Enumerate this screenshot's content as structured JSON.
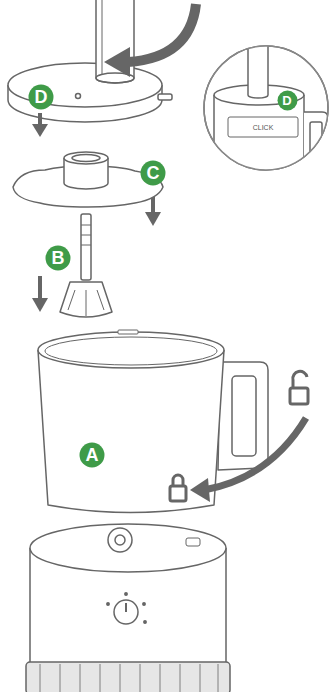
{
  "diagram": {
    "nodes": [
      {
        "text": [
          "D"
        ]
      },
      {
        "text": [
          "D"
        ]
      },
      {
        "text": [
          "C"
        ]
      },
      {
        "text": [
          "B"
        ]
      },
      {
        "text": [
          "A"
        ]
      }
    ],
    "labels": [
      "CLICK"
    ]
  }
}
